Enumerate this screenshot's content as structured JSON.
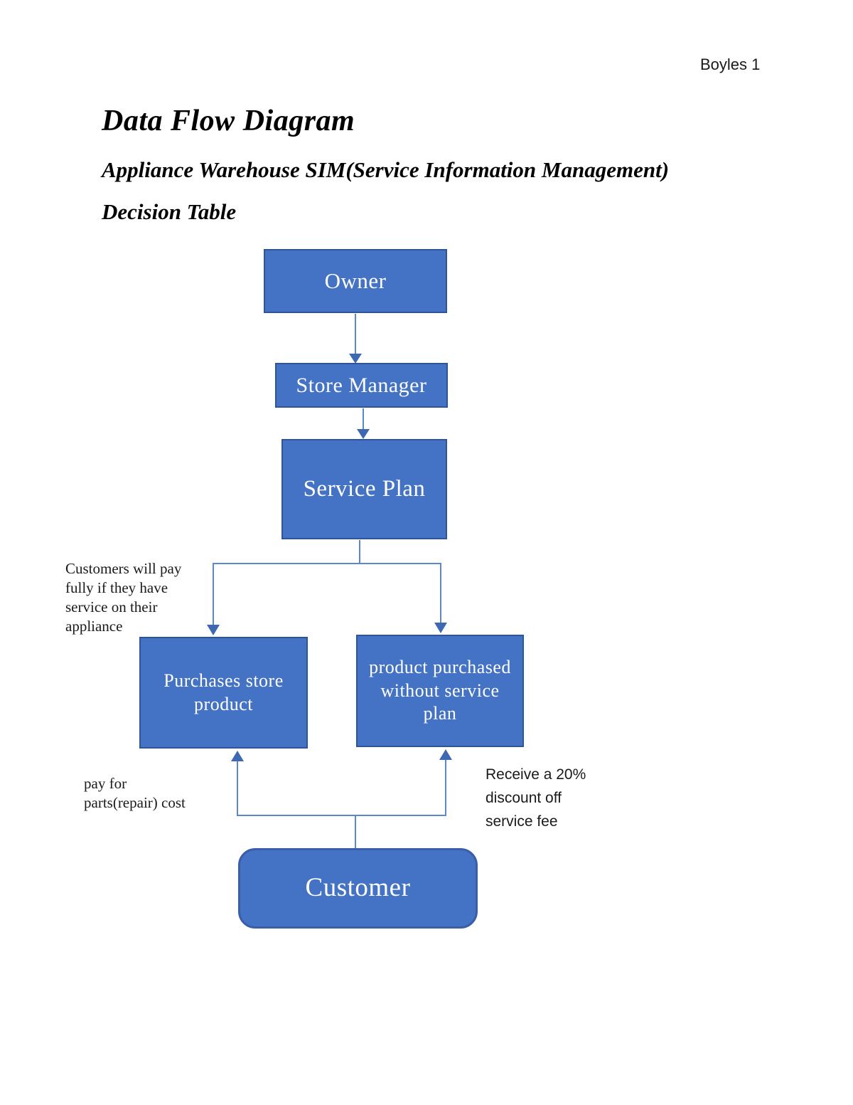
{
  "page": {
    "header": "Boyles 1"
  },
  "titles": {
    "main": "Data Flow Diagram",
    "subtitle": "Appliance Warehouse SIM(Service Information Management)",
    "subtitle2": "Decision Table"
  },
  "diagram": {
    "nodes": {
      "owner": {
        "label": "Owner",
        "shape": "rect"
      },
      "store_manager": {
        "label": "Store Manager",
        "shape": "rect"
      },
      "service_plan": {
        "label": "Service Plan",
        "shape": "rect"
      },
      "purchases_store_product": {
        "label": "Purchases store product",
        "shape": "rect"
      },
      "product_without_plan": {
        "label": "product purchased without service plan",
        "shape": "rect"
      },
      "customer": {
        "label": "Customer",
        "shape": "rounded-rect"
      }
    },
    "edges": [
      {
        "from": "owner",
        "to": "store_manager"
      },
      {
        "from": "store_manager",
        "to": "service_plan"
      },
      {
        "from": "service_plan",
        "to": "purchases_store_product"
      },
      {
        "from": "service_plan",
        "to": "product_without_plan"
      },
      {
        "from": "customer",
        "to": "purchases_store_product"
      },
      {
        "from": "customer",
        "to": "product_without_plan"
      }
    ]
  },
  "annotations": {
    "left_note": "Customers will pay fully if they have service on their appliance",
    "pay_note": "pay for parts(repair) cost",
    "discount_note": "Receive a 20% discount off service fee"
  },
  "colors": {
    "node_fill": "#4472C4",
    "node_border": "#2F5597",
    "connector": "#5B87CE",
    "arrow": "#3E68B2"
  }
}
